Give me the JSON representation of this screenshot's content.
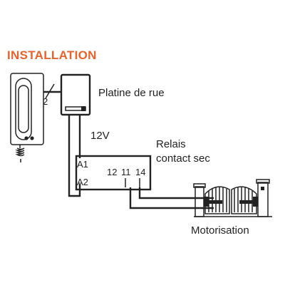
{
  "title": "INSTALLATION",
  "wire_count": "2",
  "platine_label": "Platine de rue",
  "voltage_label": "12V",
  "relais_label_line1": "Relais",
  "relais_label_line2": "contact sec",
  "terminals": {
    "a1": "A1",
    "a2": "A2",
    "t12": "12",
    "t11": "11",
    "t14": "14"
  },
  "motorisation_label": "Motorisation",
  "colors": {
    "title": "#e8622c",
    "line": "#222222",
    "device_fill": "#ffffff"
  },
  "icons": [
    "intercom-handset-icon",
    "door-station-icon",
    "relay-box-icon",
    "motorized-gate-icon"
  ]
}
